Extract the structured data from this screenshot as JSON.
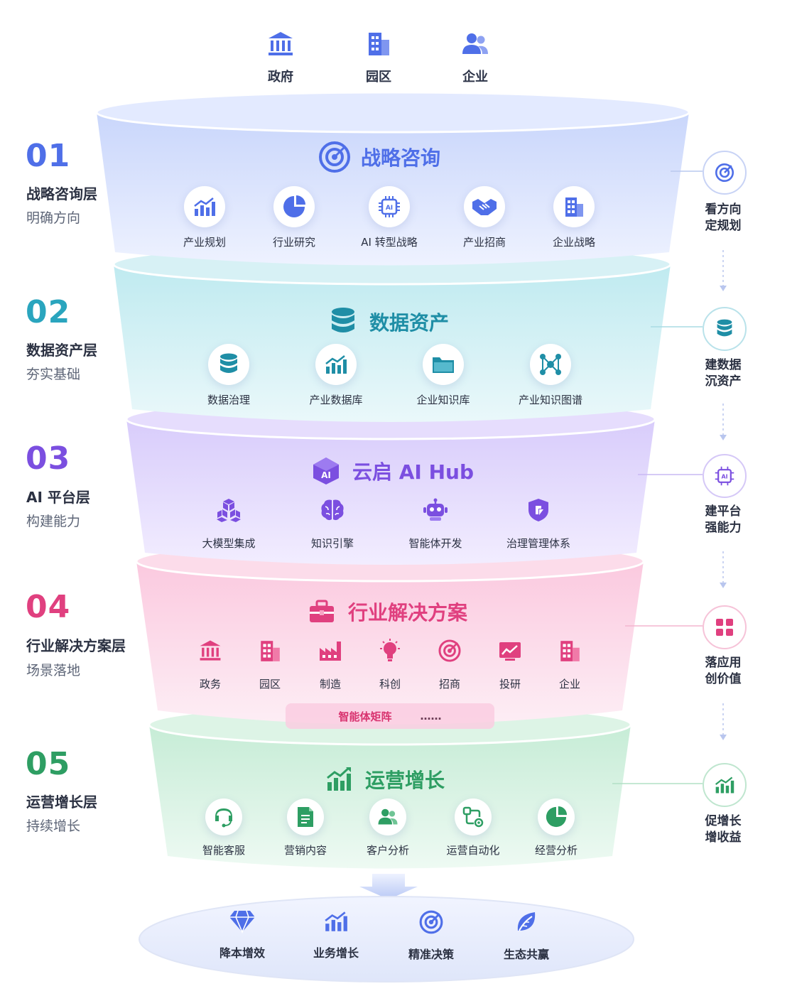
{
  "top_entities": [
    {
      "icon": "government-building-icon",
      "label": "政府"
    },
    {
      "icon": "park-building-icon",
      "label": "园区"
    },
    {
      "icon": "users-icon",
      "label": "企业"
    }
  ],
  "layers": [
    {
      "number": "01",
      "name": "战略咨询层",
      "subtitle": "明确方向",
      "title": "战略咨询",
      "title_icon": "target-icon",
      "color": "#4f6fe8",
      "items": [
        {
          "icon": "growth-chart-icon",
          "label": "产业规划"
        },
        {
          "icon": "pie-chart-icon",
          "label": "行业研究"
        },
        {
          "icon": "ai-chip-icon",
          "label": "AI 转型战略"
        },
        {
          "icon": "handshake-icon",
          "label": "产业招商"
        },
        {
          "icon": "enterprise-building-icon",
          "label": "企业战略"
        }
      ],
      "side_icon": "target-icon",
      "side_text": [
        "看方向",
        "定规划"
      ]
    },
    {
      "number": "02",
      "name": "数据资产层",
      "subtitle": "夯实基础",
      "title": "数据资产",
      "title_icon": "database-icon",
      "color": "#2aa5be",
      "items": [
        {
          "icon": "database-icon",
          "label": "数据治理"
        },
        {
          "icon": "bar-chart-icon",
          "label": "产业数据库"
        },
        {
          "icon": "folder-icon",
          "label": "企业知识库"
        },
        {
          "icon": "network-graph-icon",
          "label": "产业知识图谱"
        }
      ],
      "side_icon": "database-icon",
      "side_text": [
        "建数据",
        "沉资产"
      ]
    },
    {
      "number": "03",
      "name": "AI 平台层",
      "subtitle": "构建能力",
      "title": "云启 AI Hub",
      "title_icon": "ai-cube-icon",
      "color": "#7b4fe0",
      "items": [
        {
          "icon": "model-cubes-icon",
          "label": "大模型集成"
        },
        {
          "icon": "brain-icon",
          "label": "知识引擎"
        },
        {
          "icon": "robot-icon",
          "label": "智能体开发"
        },
        {
          "icon": "shield-icon",
          "label": "治理管理体系"
        }
      ],
      "side_icon": "ai-chip-icon",
      "side_text": [
        "建平台",
        "强能力"
      ]
    },
    {
      "number": "04",
      "name": "行业解决方案层",
      "subtitle": "场景落地",
      "title": "行业解决方案",
      "title_icon": "briefcase-icon",
      "color": "#e0407f",
      "items": [
        {
          "icon": "government-building-icon",
          "label": "政务"
        },
        {
          "icon": "park-building-icon",
          "label": "园区"
        },
        {
          "icon": "factory-icon",
          "label": "制造"
        },
        {
          "icon": "lightbulb-icon",
          "label": "科创"
        },
        {
          "icon": "target-icon",
          "label": "招商"
        },
        {
          "icon": "investment-chart-icon",
          "label": "投研"
        },
        {
          "icon": "enterprise-building-icon",
          "label": "企业"
        }
      ],
      "matrix": {
        "label": "智能体矩阵",
        "more": "……"
      },
      "side_icon": "apps-grid-icon",
      "side_text": [
        "落应用",
        "创价值"
      ]
    },
    {
      "number": "05",
      "name": "运营增长层",
      "subtitle": "持续增长",
      "title": "运营增长",
      "title_icon": "growth-chart-icon",
      "color": "#2e9e63",
      "items": [
        {
          "icon": "customer-service-icon",
          "label": "智能客服"
        },
        {
          "icon": "document-icon",
          "label": "营销内容"
        },
        {
          "icon": "users-icon",
          "label": "客户分析"
        },
        {
          "icon": "automation-flow-icon",
          "label": "运营自动化"
        },
        {
          "icon": "pie-chart-icon",
          "label": "经营分析"
        }
      ],
      "side_icon": "growth-chart-icon",
      "side_text": [
        "促增长",
        "增收益"
      ]
    }
  ],
  "outcomes": [
    {
      "icon": "diamond-icon",
      "label": "降本增效"
    },
    {
      "icon": "growth-chart-icon",
      "label": "业务增长"
    },
    {
      "icon": "target-icon",
      "label": "精准决策"
    },
    {
      "icon": "leaf-icon",
      "label": "生态共赢"
    }
  ]
}
